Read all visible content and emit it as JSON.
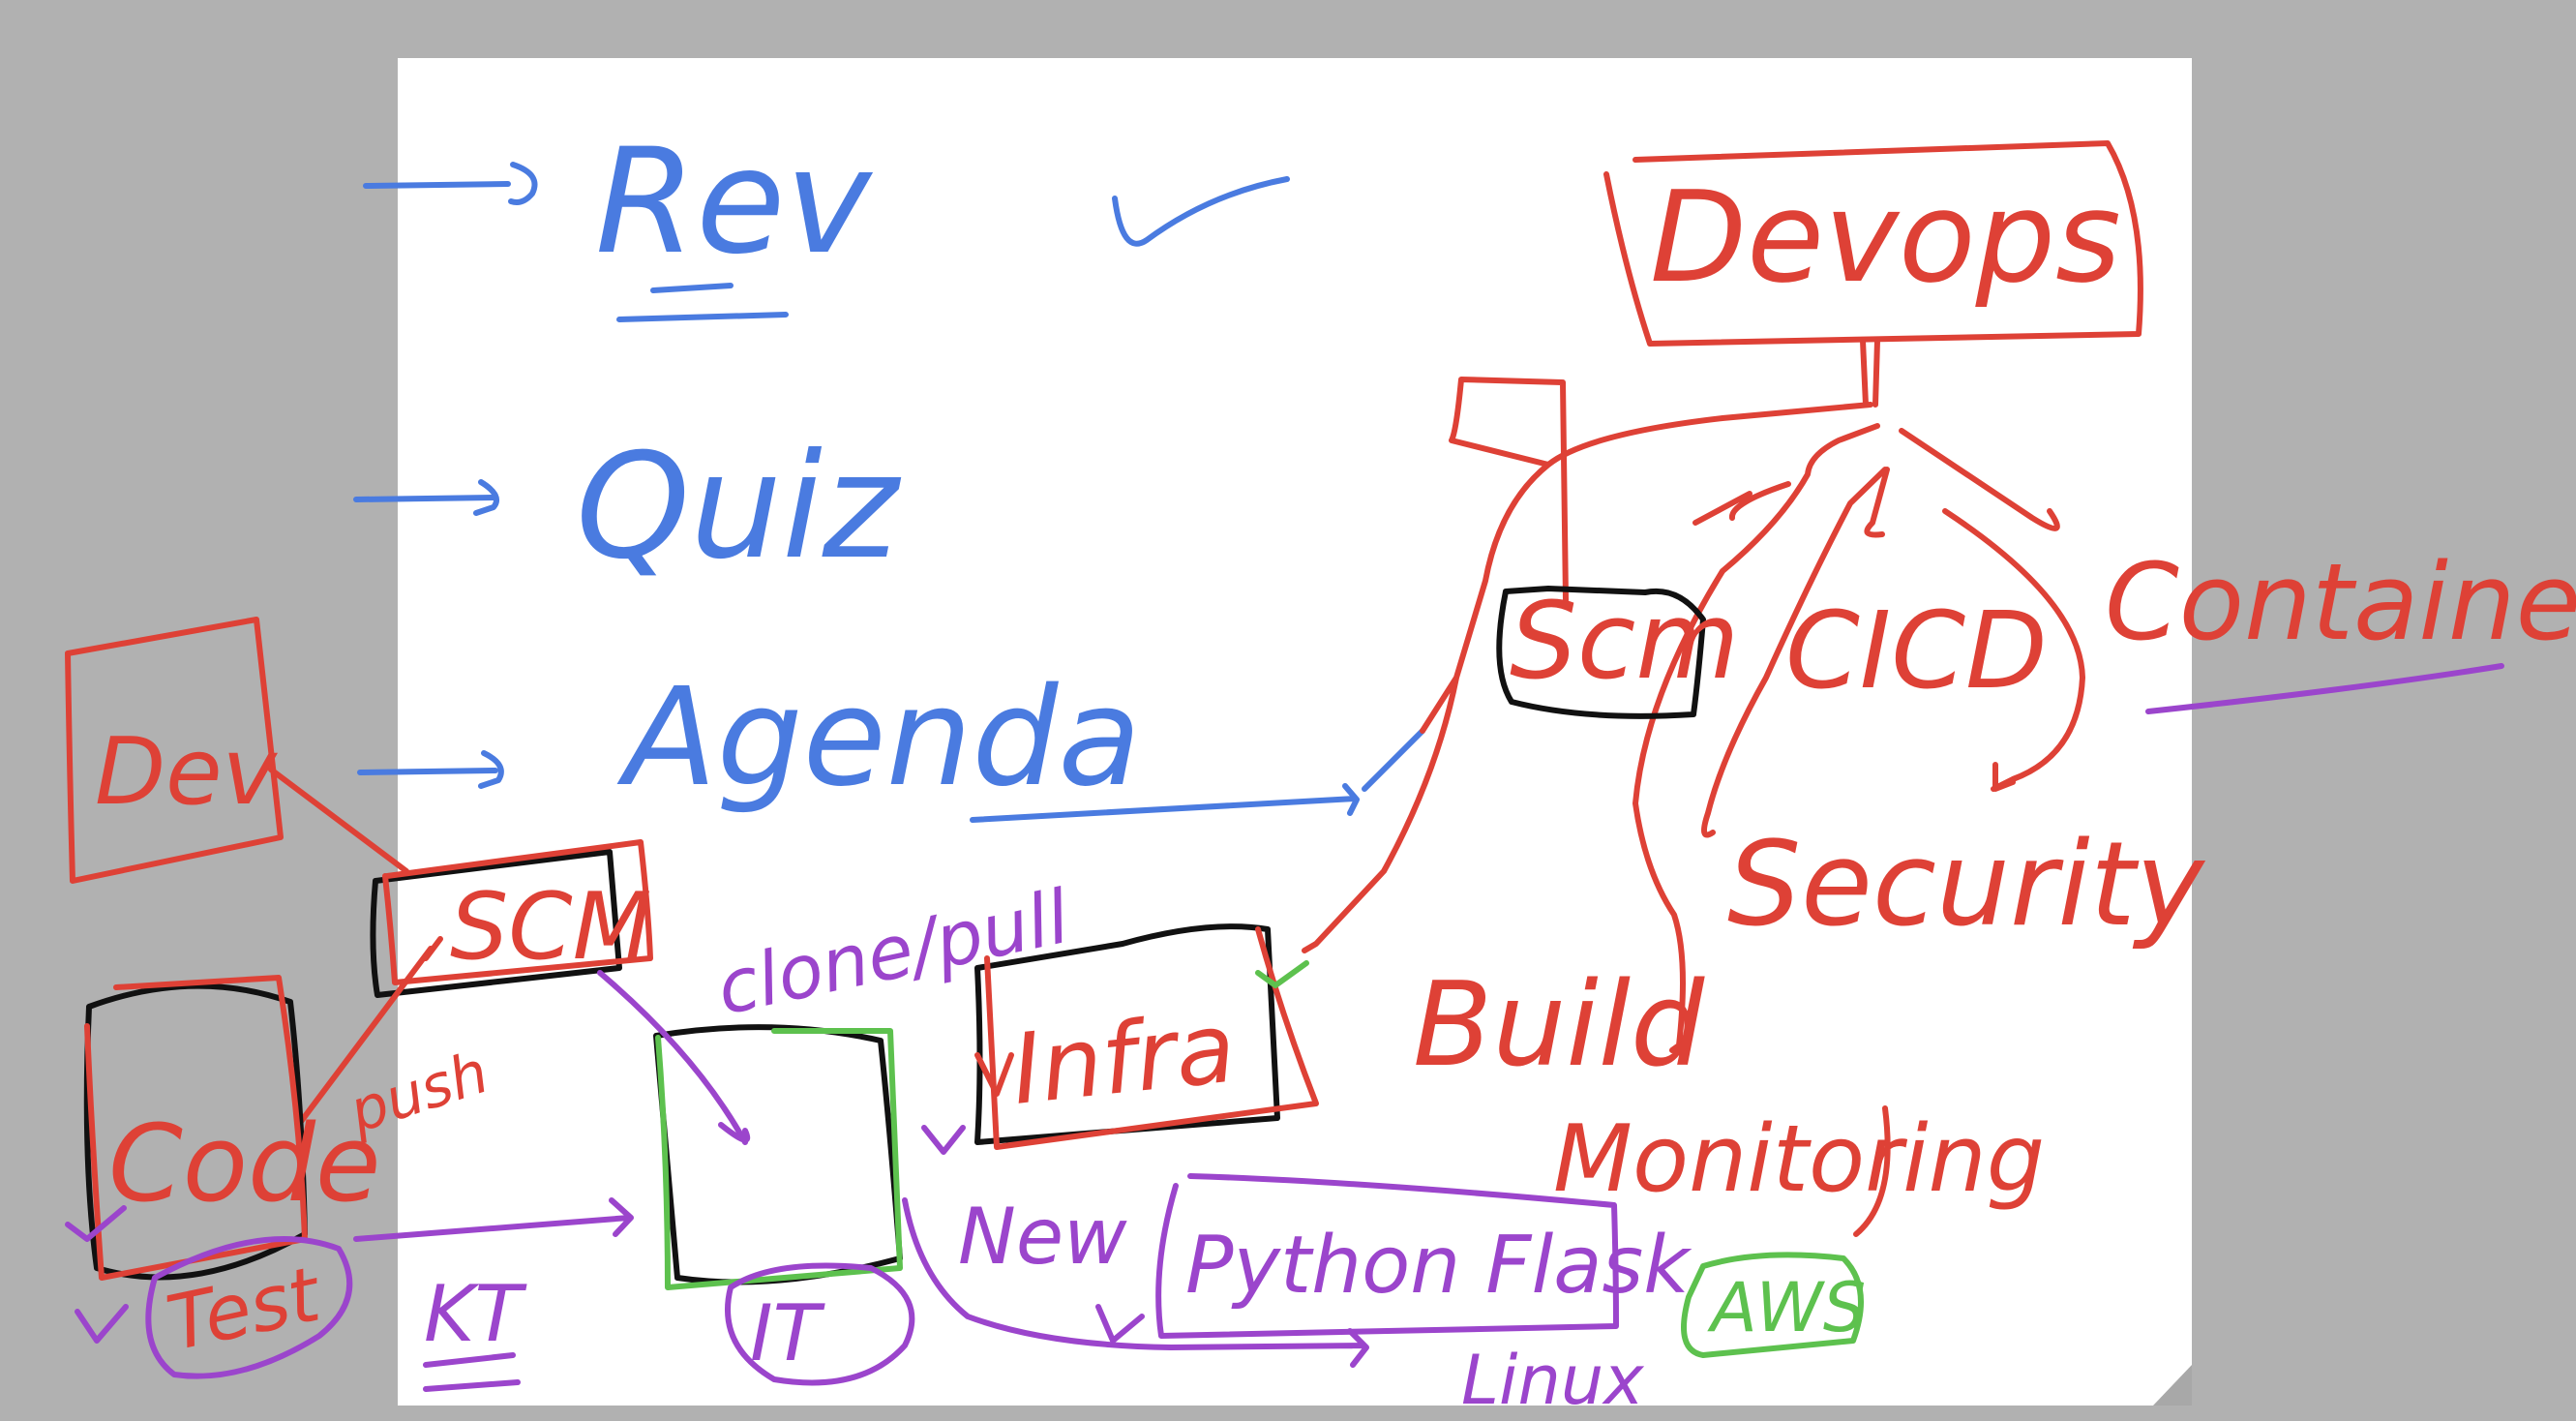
{
  "canvas": {
    "page_color": "#ffffff",
    "backdrop_color": "#b1b1b1"
  },
  "ink_colors": {
    "blue": "#4a7be0",
    "red": "#de4136",
    "black": "#111111",
    "purple": "#9b45cc",
    "green": "#5dc14e"
  },
  "agenda_list": {
    "item1": "Rev",
    "item2": "Quiz",
    "item3": "Agenda"
  },
  "devops_tree": {
    "root": "Devops",
    "scm": "Scm",
    "cicd": "CICD",
    "containers": "Containers",
    "security": "Security",
    "build": "Build",
    "monitoring": "Monitoring"
  },
  "workflow": {
    "dev": "Dev",
    "scm": "SCM",
    "code": "Code",
    "push": "push",
    "test": "Test",
    "kt": "KT",
    "clone_pull": "clone/pull",
    "infra": "Infra",
    "it": "IT",
    "new": "New",
    "python_flask": "Python Flask",
    "linux": "Linux",
    "aws": "AWS"
  },
  "icons": [
    "checkmark-icon",
    "arrow-icon",
    "resize-handle-icon"
  ]
}
